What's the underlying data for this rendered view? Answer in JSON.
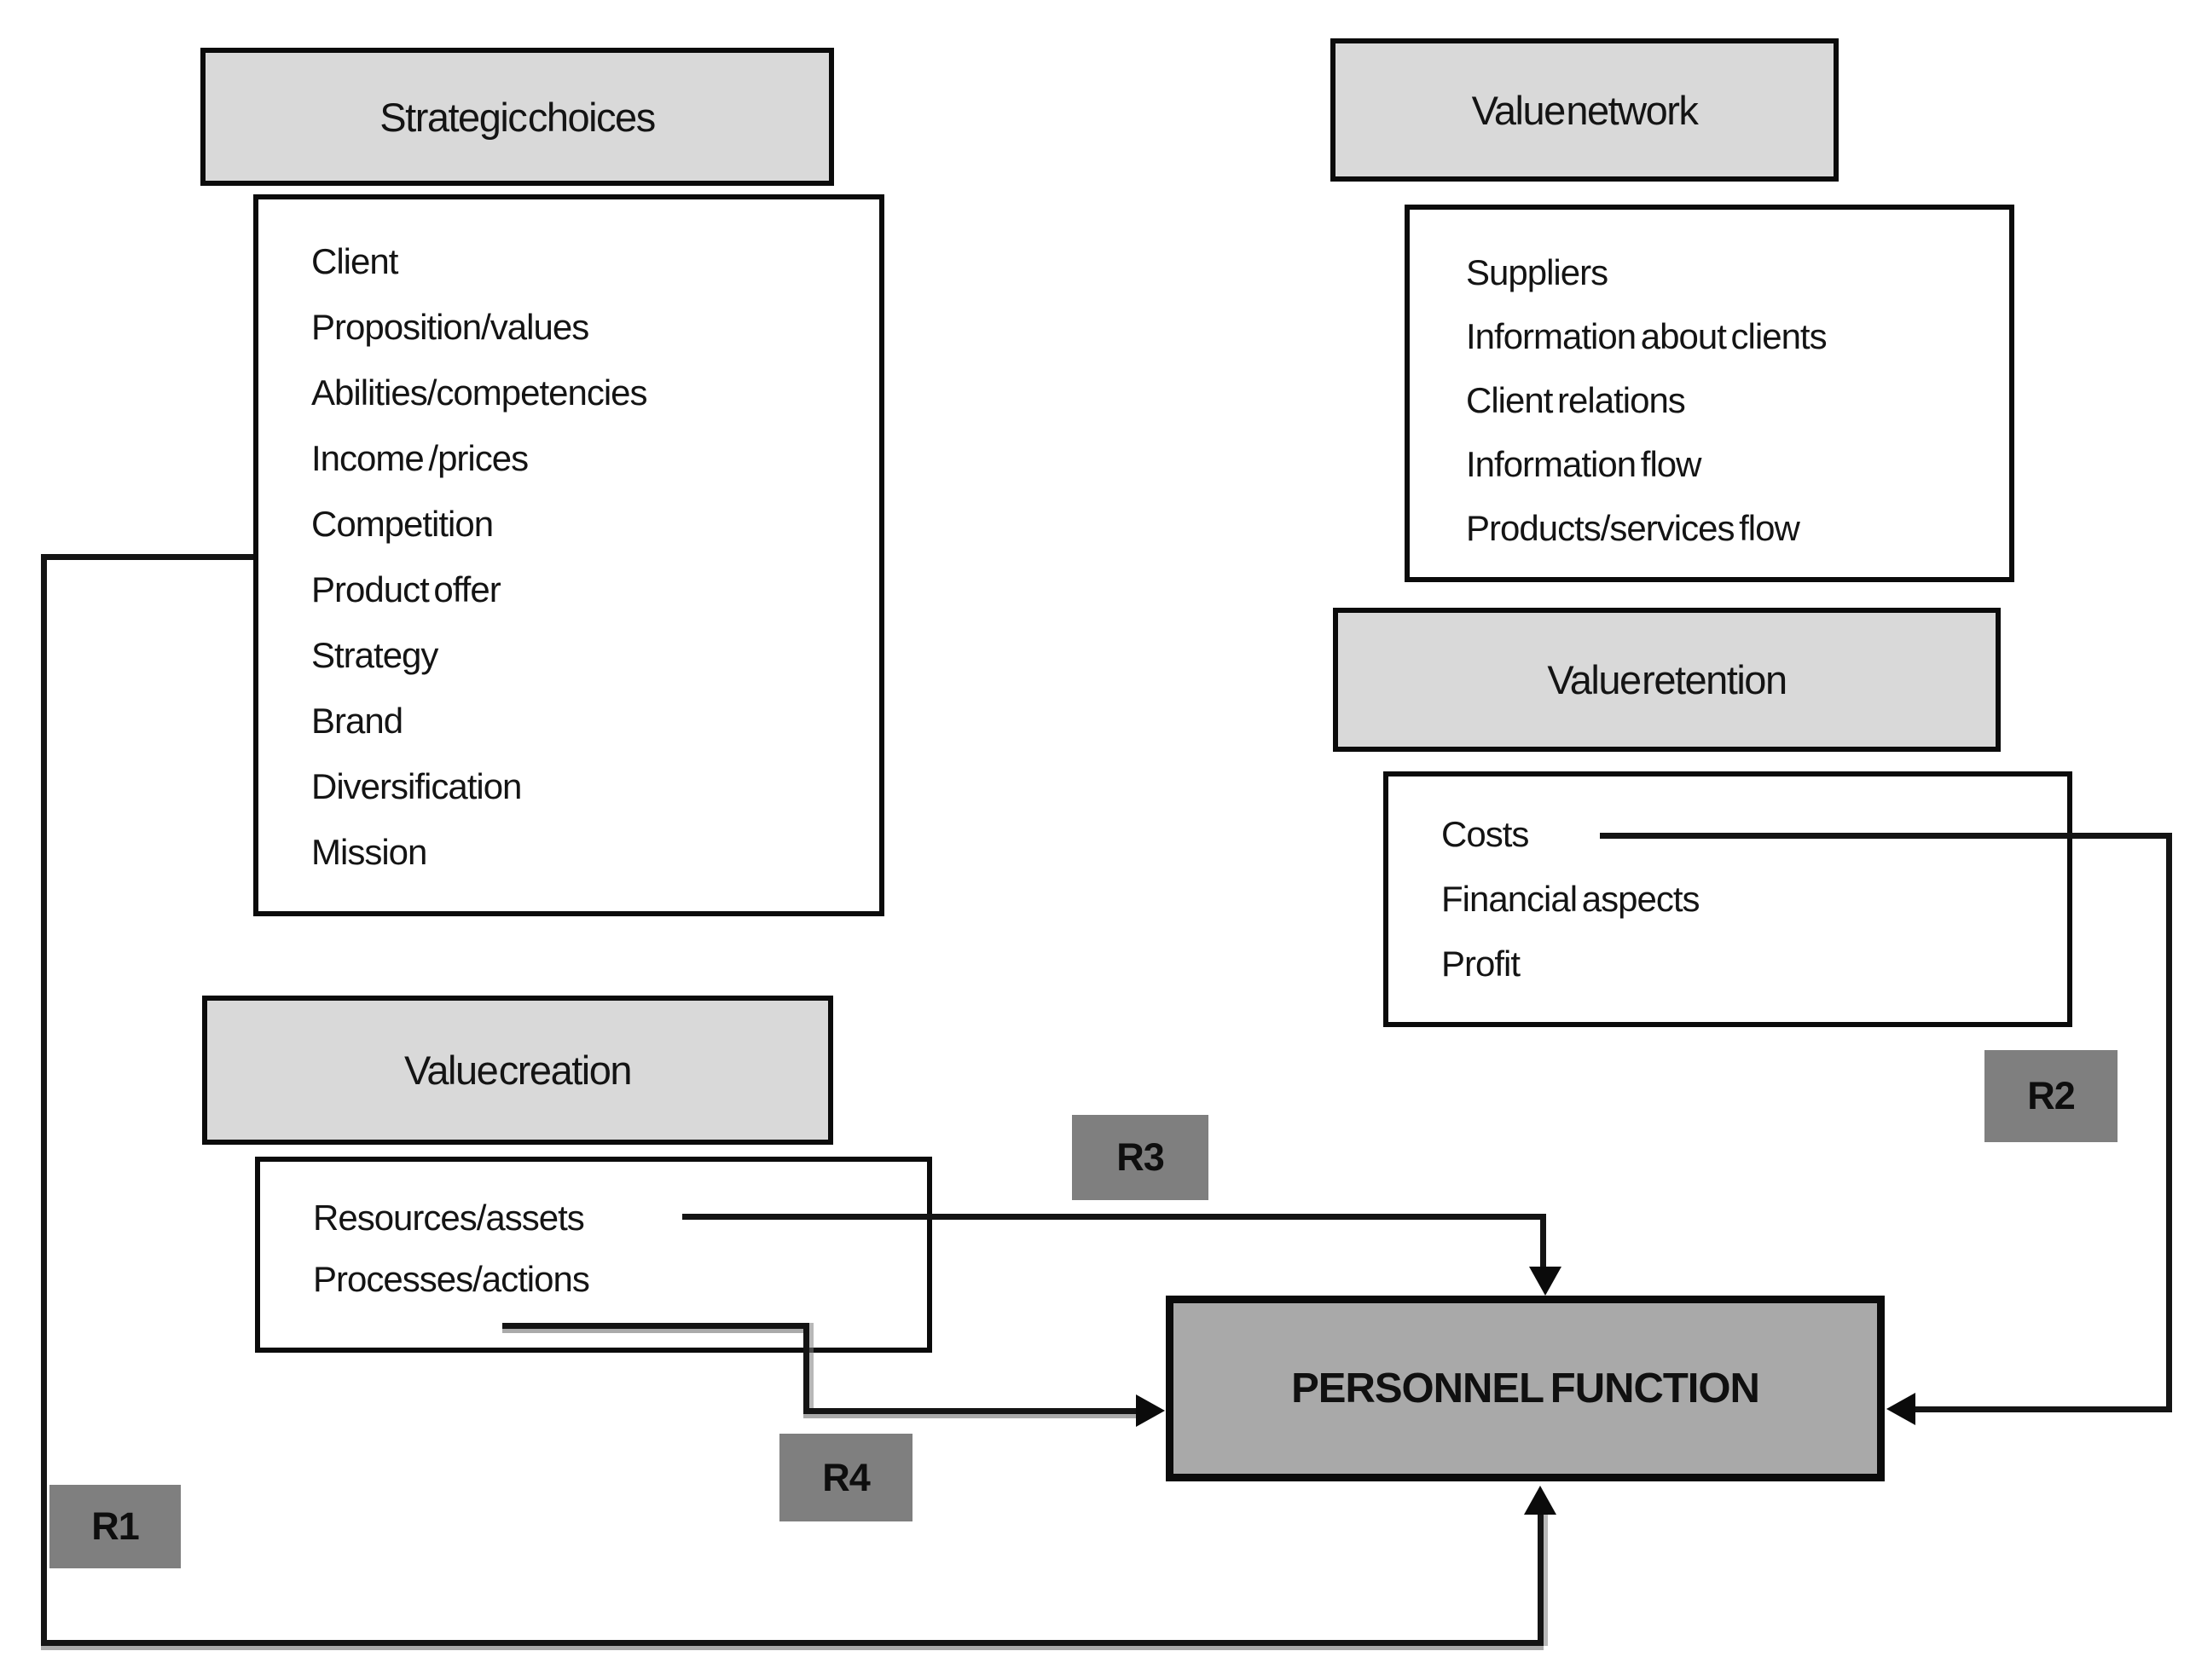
{
  "boxes": {
    "strategic_choices": {
      "title": "Strategic choices",
      "items": [
        "Client",
        "Proposition/values",
        "Abilities/competencies",
        "Income /prices",
        "Competition",
        "Product offer",
        "Strategy",
        "Brand",
        "Diversification",
        "Mission"
      ]
    },
    "value_network": {
      "title": "Value network",
      "items": [
        "Suppliers",
        "Information about clients",
        "Client relations",
        "Information flow",
        "Products/services flow"
      ]
    },
    "value_retention": {
      "title": "Value retention",
      "items": [
        "Costs",
        "Financial aspects",
        "Profit"
      ]
    },
    "value_creation": {
      "title": "Value creation",
      "items": [
        "Resources/assets",
        "Processes/actions"
      ]
    },
    "personnel_function": {
      "title": "PERSONNEL FUNCTION"
    }
  },
  "relations": {
    "r1": "R1",
    "r2": "R2",
    "r3": "R3",
    "r4": "R4"
  },
  "colors": {
    "header_fill": "#d9d9d9",
    "panel_fill": "#ffffff",
    "personnel_fill": "#a9a9a9",
    "relation_label_fill": "#7f7f7f",
    "border": "#0b0b0b",
    "line": "#141414",
    "background": "#ffffff"
  }
}
